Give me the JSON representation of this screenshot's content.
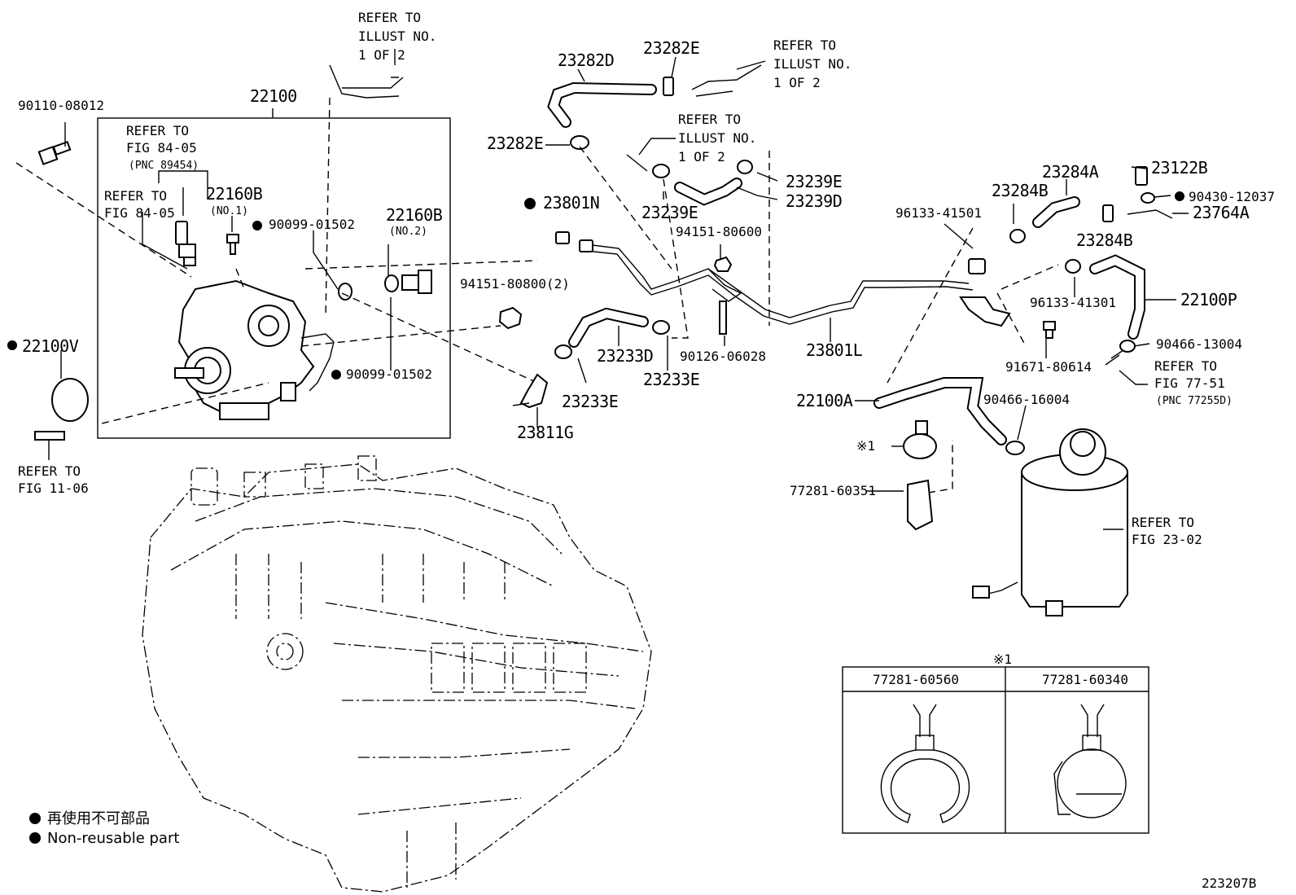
{
  "labels": {
    "p90110": "90110-08012",
    "p22100": "22100",
    "refer_fig8405_a": "REFER TO",
    "refer_fig8405_a2": "FIG 84-05",
    "refer_fig8405_pnc": "(PNC 89454)",
    "refer_fig8405_b": "REFER TO",
    "refer_fig8405_b2": "FIG 84-05",
    "p22160b_1": "22160B",
    "p22160b_1_sub": "(NO.1)",
    "p90099_a": "90099-01502",
    "p22160b_2": "22160B",
    "p22160b_2_sub": "(NO.2)",
    "p90099_b": "90099-01502",
    "p22100v": "22100V",
    "refer_fig1106": "REFER TO",
    "refer_fig1106_2": "FIG 11-06",
    "refer_illust_a1": "REFER TO",
    "refer_illust_a2": "ILLUST NO.",
    "refer_illust_a3": "1 OF 2",
    "p23282d": "23282D",
    "p23282e_top": "23282E",
    "refer_illust_b1": "REFER TO",
    "refer_illust_b2": "ILLUST NO.",
    "refer_illust_b3": "1 OF 2",
    "p23282e_left": "23282E",
    "refer_illust_c1": "REFER TO",
    "refer_illust_c2": "ILLUST NO.",
    "refer_illust_c3": "1 OF 2",
    "p23239e_r": "23239E",
    "p23239d": "23239D",
    "p23239e_l": "23239E",
    "p23801n": "23801N",
    "p94151_806": "94151-80600",
    "p94151_808": "94151-80800(2)",
    "p23233d": "23233D",
    "p23233e_r": "23233E",
    "p23233e_l": "23233E",
    "p90126": "90126-06028",
    "p23811g": "23811G",
    "p23801l": "23801L",
    "p96133_415": "96133-41501",
    "p23284b_top": "23284B",
    "p23284a": "23284A",
    "p23122b": "23122B",
    "p90430": "90430-12037",
    "p23764a": "23764A",
    "p23284b_r": "23284B",
    "p96133_413": "96133-41301",
    "p22100p": "22100P",
    "p90466_13": "90466-13004",
    "refer_fig7751": "REFER TO",
    "refer_fig7751_2": "FIG 77-51",
    "refer_fig7751_pnc": "(PNC 77255D)",
    "p91671": "91671-80614",
    "p22100a": "22100A",
    "p90466_16": "90466-16004",
    "mark1": "※1",
    "p77281_351": "77281-60351",
    "refer_fig2302": "REFER TO",
    "refer_fig2302_2": "FIG 23-02",
    "inset_mark": "※1",
    "inset_col1": "77281-60560",
    "inset_col2": "77281-60340",
    "legend_jp": "再使用不可部品",
    "legend_en": "Non-reusable part",
    "figure_id": "223207B"
  }
}
